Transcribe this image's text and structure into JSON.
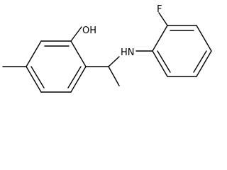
{
  "structure": {
    "labels": {
      "hydroxyl": "OH",
      "amine": "HN",
      "fluorine": "F"
    }
  },
  "colors": {
    "background": "#ffffff",
    "ink": "#000000"
  }
}
